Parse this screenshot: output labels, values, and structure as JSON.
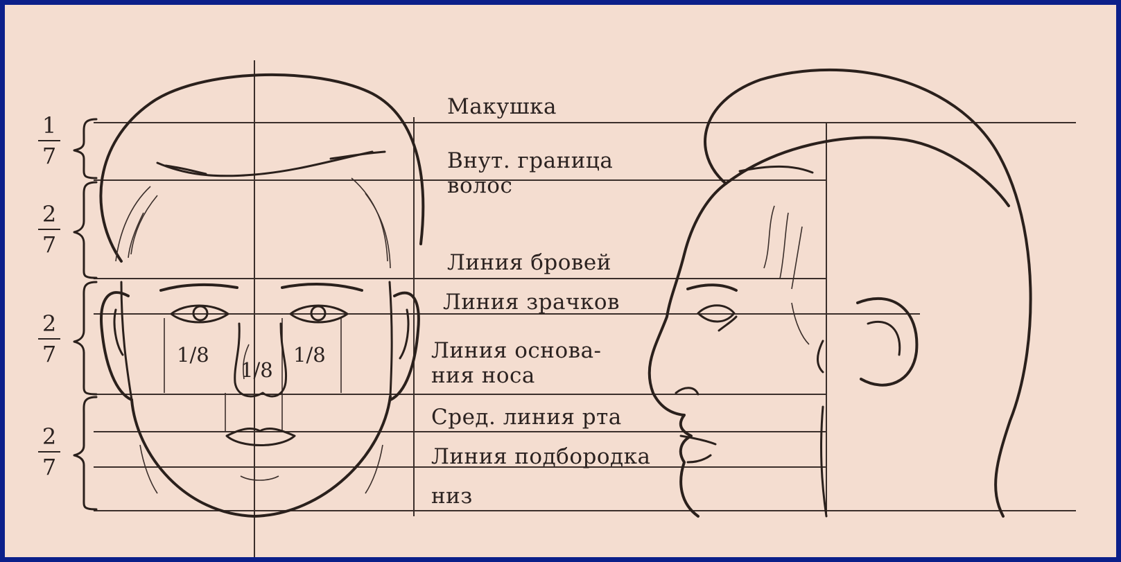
{
  "levels": [
    {
      "id": "crown",
      "label": "Макушка"
    },
    {
      "id": "hairline",
      "label": "Внут. граница\nволос"
    },
    {
      "id": "brows",
      "label": "Линия бровей"
    },
    {
      "id": "pupils",
      "label": "Линия зрачков"
    },
    {
      "id": "nose-base",
      "label": "Линия основа-\nния носа"
    },
    {
      "id": "mouth",
      "label": "Сред. линия рта"
    },
    {
      "id": "chin",
      "label": "Линия подбородка"
    },
    {
      "id": "bottom",
      "label": "низ"
    }
  ],
  "fractions": [
    {
      "num": "1",
      "den": "7"
    },
    {
      "num": "2",
      "den": "7"
    },
    {
      "num": "2",
      "den": "7"
    },
    {
      "num": "2",
      "den": "7"
    }
  ],
  "eighths": [
    "1/8",
    "1/8",
    "1/8"
  ]
}
